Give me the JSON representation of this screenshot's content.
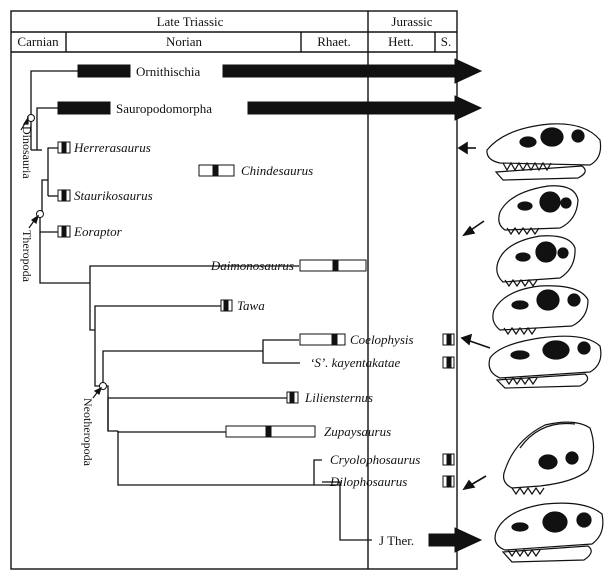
{
  "header": {
    "late_triassic": "Late Triassic",
    "jurassic": "Jurassic",
    "carnian": "Carnian",
    "norian": "Norian",
    "rhaetian": "Rhaet.",
    "hettangian": "Hett.",
    "sinemurian": "S."
  },
  "taxa": {
    "ornithischia": "Ornithischia",
    "sauropodomorpha": "Sauropodomorpha",
    "herrerasaurus": "Herrerasaurus",
    "chindesaurus": "Chindesaurus",
    "staurikosaurus": "Staurikosaurus",
    "eoraptor": "Eoraptor",
    "daimonosaurus": "Daimonosaurus",
    "tawa": "Tawa",
    "coelophysis": "Coelophysis",
    "s_kayentakatae": "‘S’. kayentakatae",
    "liliensternus": "Liliensternus",
    "zupaysaurus": "Zupaysaurus",
    "cryolophosaurus": "Cryolophosaurus",
    "dilophosaurus": "Dilophosaurus",
    "j_ther": "J Ther."
  },
  "nodes": {
    "dinosauria": "Dinosauria",
    "theropoda": "Theropoda",
    "neotheropoda": "Neotheropoda"
  },
  "colors": {
    "ink": "#111111",
    "paper": "#ffffff"
  },
  "icons": [
    "skull-drawing"
  ]
}
